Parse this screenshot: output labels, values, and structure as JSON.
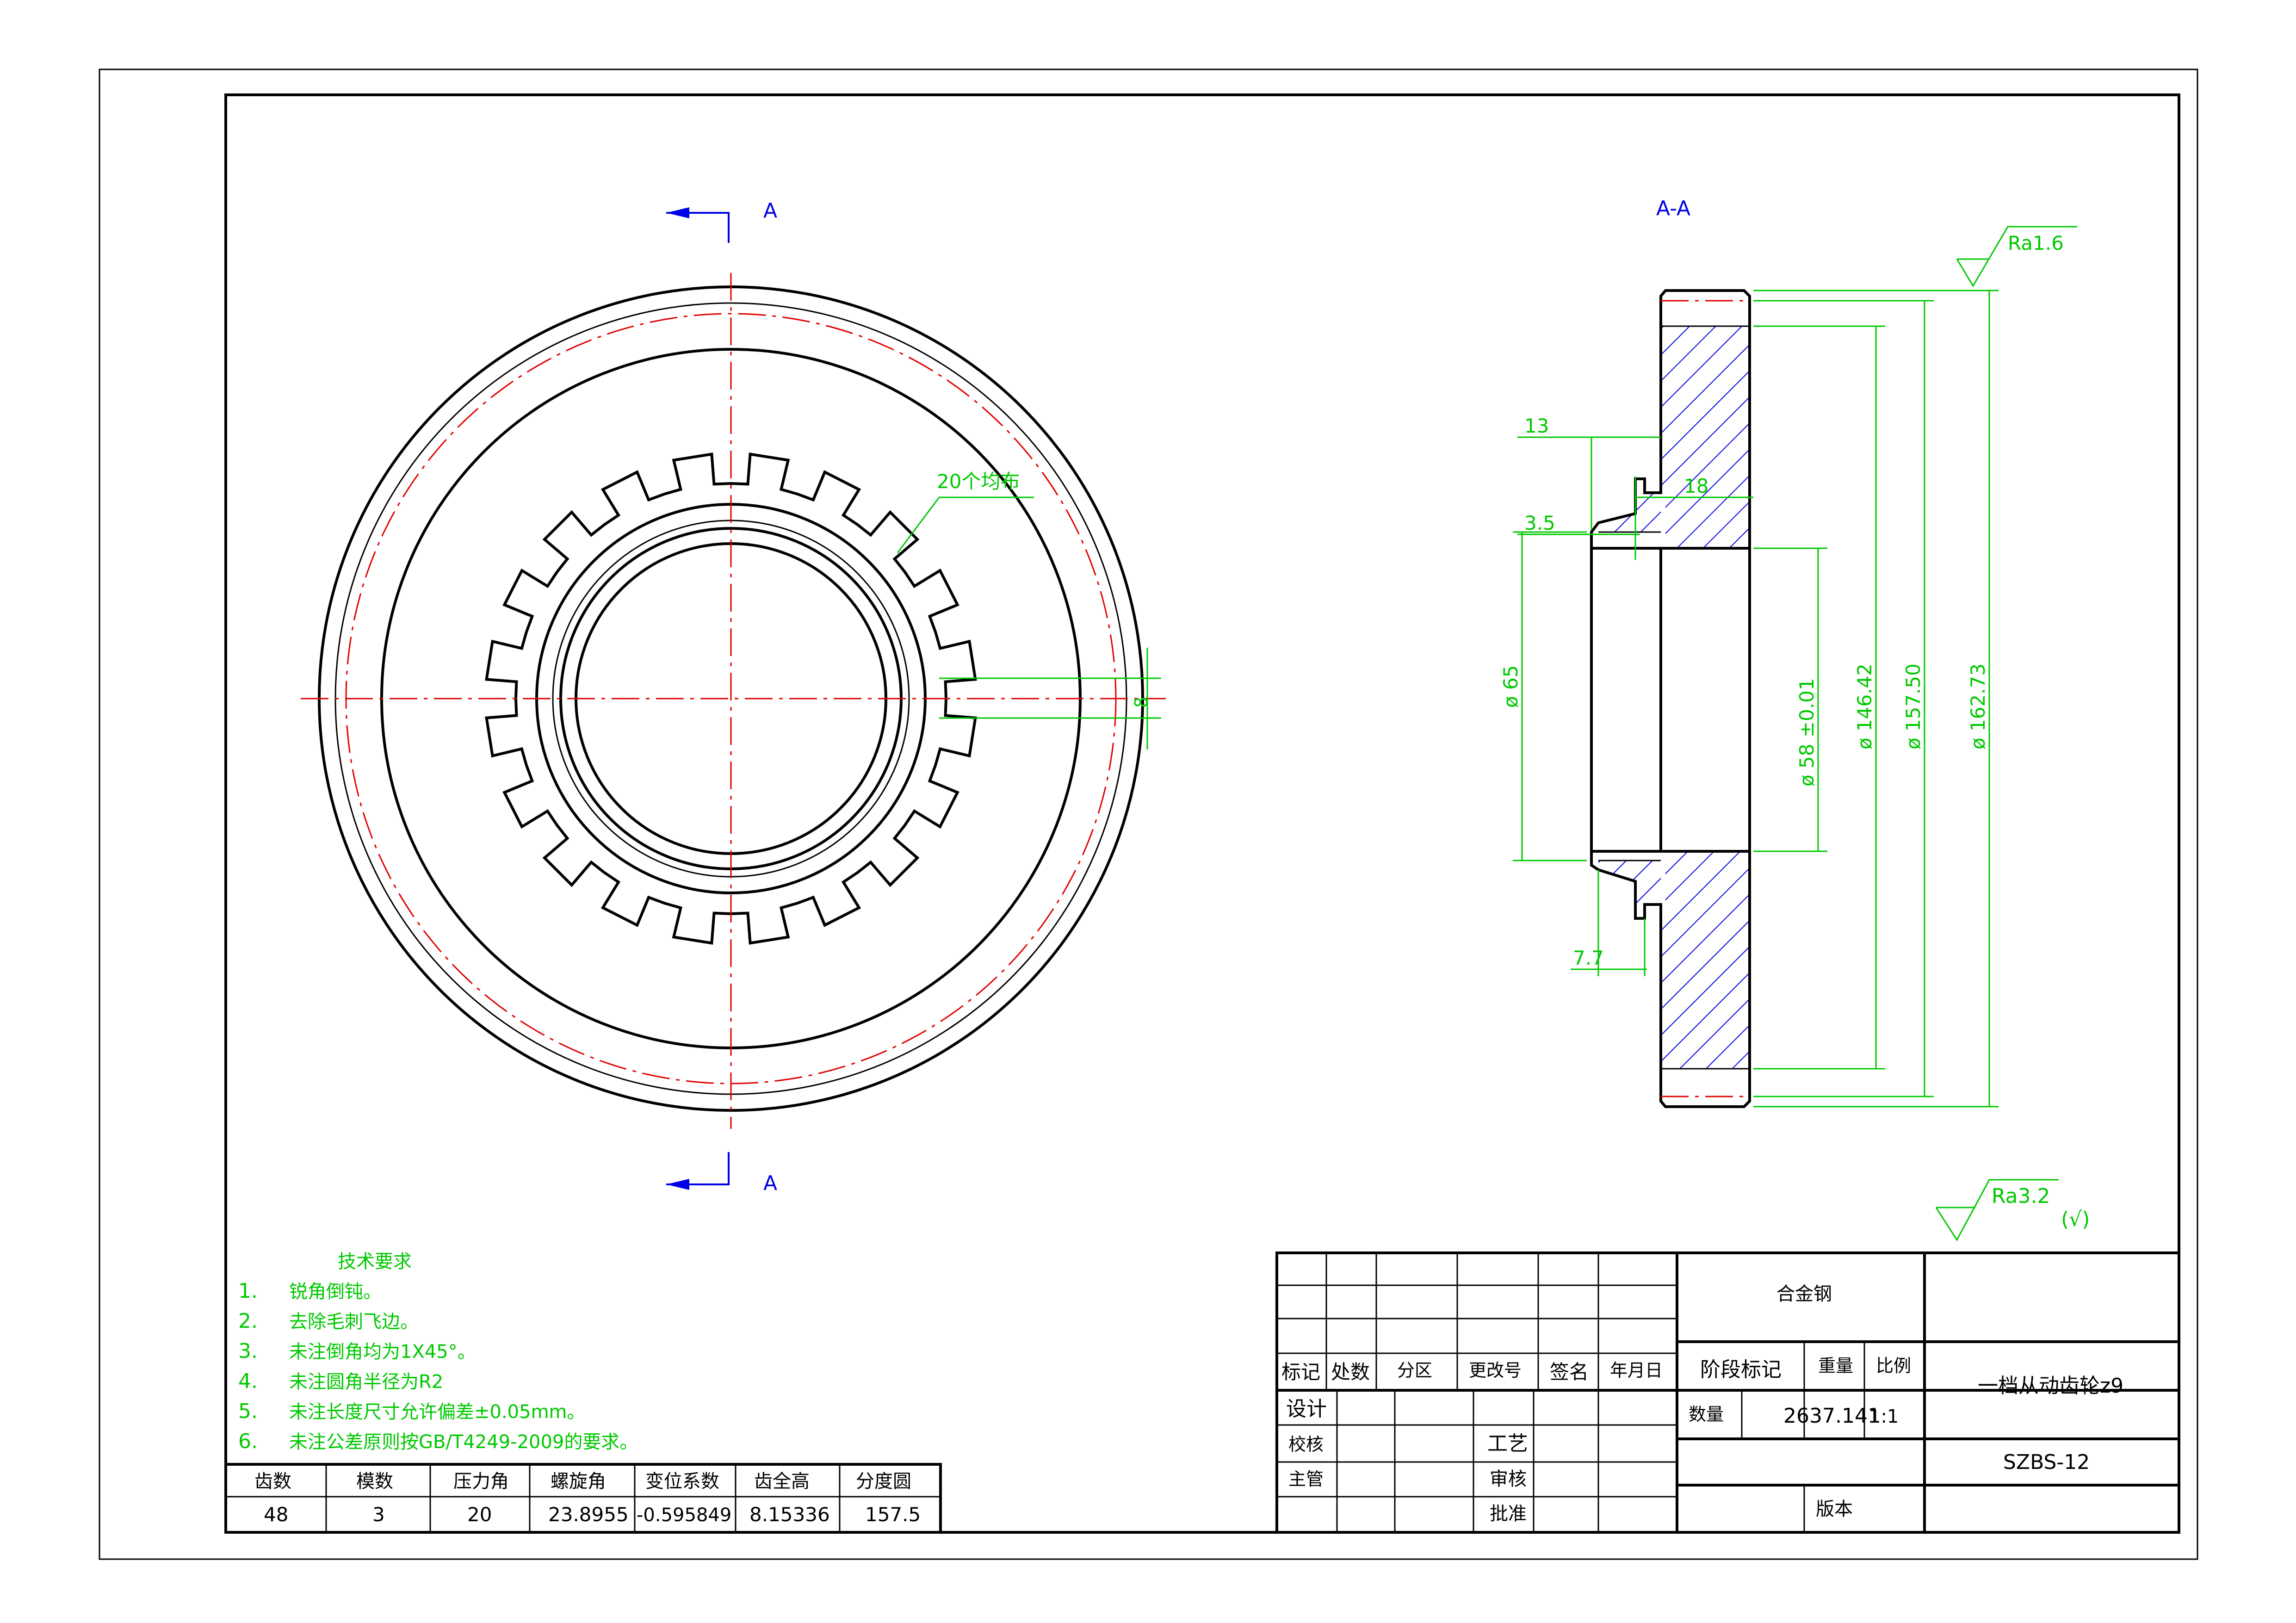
{
  "section_marks": {
    "letter": "A",
    "section_title": "A-A"
  },
  "note_teeth": "20个均布",
  "roughness": {
    "top": "Ra1.6",
    "general": "Ra3.2",
    "general_suffix": "(√)"
  },
  "dims": {
    "d13": "13",
    "d18": "18",
    "d35": "3.5",
    "d77": "7.7",
    "d65": "ø 65",
    "d58": "ø 58 ±0.01",
    "d146": "ø 146.42",
    "d157": "ø 157.50",
    "d162": "ø 162.73",
    "d9": "8"
  },
  "tech_req": {
    "title": "技术要求",
    "items": [
      {
        "n": "1.",
        "t": "锐角倒钝。"
      },
      {
        "n": "2.",
        "t": "去除毛刺飞边。"
      },
      {
        "n": "3.",
        "t": "未注倒角均为1X45°。"
      },
      {
        "n": "4.",
        "t": "未注圆角半径为R2"
      },
      {
        "n": "5.",
        "t": "未注长度尺寸允许偏差±0.05mm。"
      },
      {
        "n": "6.",
        "t": "未注公差原则按GB/T4249-2009的要求。"
      }
    ]
  },
  "gear_table": {
    "headers": [
      "齿数",
      "模数",
      "压力角",
      "螺旋角",
      "变位系数",
      "齿全高",
      "分度圆"
    ],
    "values": [
      "48",
      "3",
      "20",
      "23.8955",
      "-0.595849",
      "8.15336",
      "157.5"
    ]
  },
  "title_block": {
    "material": "合金钢",
    "part_name": "一档从动齿轮z9",
    "drawing_no": "SZBS-12",
    "rev_headers": [
      "标记",
      "处数",
      "分区",
      "更改号",
      "签名",
      "年月日"
    ],
    "roles": [
      "设计",
      "校核",
      "主管"
    ],
    "roles2": [
      "工艺",
      "审核",
      "批准"
    ],
    "stage_label": "阶段标记",
    "weight_label": "重量",
    "scale_label": "比例",
    "qty_label": "数量",
    "weight": "2637.141",
    "scale": "1:1",
    "version_label": "版本"
  }
}
